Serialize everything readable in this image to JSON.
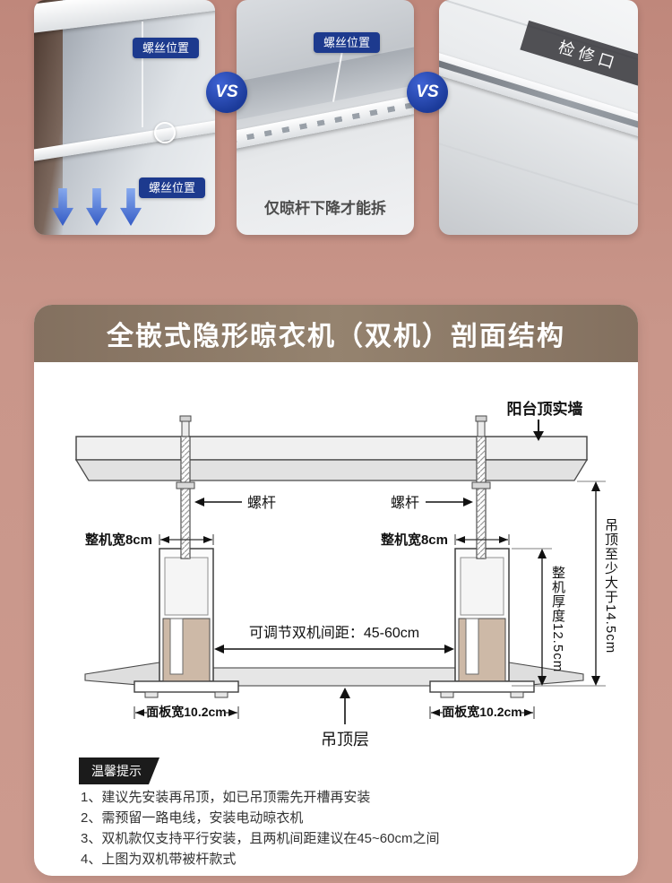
{
  "colors": {
    "page_bg_top": "#bf877b",
    "page_bg_bottom": "#cc9a8e",
    "label_blue": "#1d3a8e",
    "vs_blue": "#1b3a99",
    "header_brown": "#8a7666",
    "unit_beige": "#cdb9a7",
    "badge_black": "#1b1b1b"
  },
  "comparison": {
    "vs_label": "VS",
    "panel_flat": {
      "screw_labels": [
        "螺丝位置",
        "螺丝位置"
      ]
    },
    "panel_mid": {
      "screw_label": "螺丝位置",
      "caption": "仅晾杆下降才能拆"
    },
    "panel_access": {
      "tag": "检修口"
    }
  },
  "section": {
    "title": "全嵌式隐形晾衣机（双机）剖面结构",
    "diagram": {
      "wall_label": "阳台顶实墙",
      "rod_label_left": "螺杆",
      "rod_label_right": "螺杆",
      "unit_width_label_left": "整机宽8cm",
      "unit_width_label_right": "整机宽8cm",
      "spacing_label": "可调节双机间距：45-60cm",
      "panel_width_label_left": "面板宽10.2cm",
      "panel_width_label_right": "面板宽10.2cm",
      "ceiling_label": "吊顶层",
      "ceiling_depth_label": "吊顶至少大于14.5cm",
      "unit_thickness_label": "整机厚度12.5cm"
    },
    "tips": {
      "badge": "温馨提示",
      "items": [
        "1、建议先安装再吊顶，如已吊顶需先开槽再安装",
        "2、需预留一路电线，安装电动晾衣机",
        "3、双机款仅支持平行安装，且两机间距建议在45~60cm之间",
        "4、上图为双机带被杆款式"
      ]
    }
  }
}
